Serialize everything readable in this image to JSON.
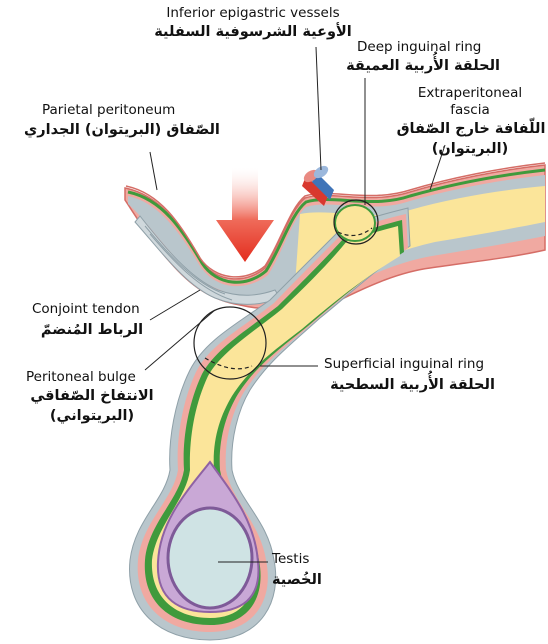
{
  "labels": {
    "inferior_epigastric": {
      "en": "Inferior epigastric vessels",
      "ar": "الأوعية الشرسوفية السفلية"
    },
    "deep_ring": {
      "en": "Deep inguinal ring",
      "ar": "الحلقة الأُربية العميقة"
    },
    "extraperitoneal": {
      "en1": "Extraperitoneal",
      "en2": "fascia",
      "ar1": "اللّفافة خارج الصّفاق",
      "ar2": "(البريتوان)"
    },
    "parietal_peritoneum": {
      "en": "Parietal peritoneum",
      "ar": "الصّفاق (البريتوان) الجداري"
    },
    "conjoint_tendon": {
      "en": "Conjoint tendon",
      "ar": "الرباط المُنضمّ"
    },
    "peritoneal_bulge": {
      "en": "Peritoneal bulge",
      "ar1": "الانتفاخ الصّفاقي",
      "ar2": "(البريتواني)"
    },
    "superficial_ring": {
      "en": "Superficial inguinal ring",
      "ar": "الحلقة الأُربية السطحية"
    },
    "testis": {
      "en": "Testis",
      "ar": "الخُصية"
    }
  },
  "colors": {
    "peritoneum_pink": "#f0a9a1",
    "peritoneum_line": "#d56d66",
    "fascia_gray": "#b9c6cc",
    "fat_yellow": "#fbe59a",
    "green_layer": "#3f9a3c",
    "purple_layer": "#a682b8",
    "testis_fill": "#cfe3e4",
    "arrow_red": "#e8392b",
    "artery_red": "#d8382e",
    "vein_blue": "#3f74b8",
    "leader": "#222222"
  },
  "icons": {
    "arrow": "down-arrow-icon",
    "vessels": "blood-vessels-icon"
  }
}
